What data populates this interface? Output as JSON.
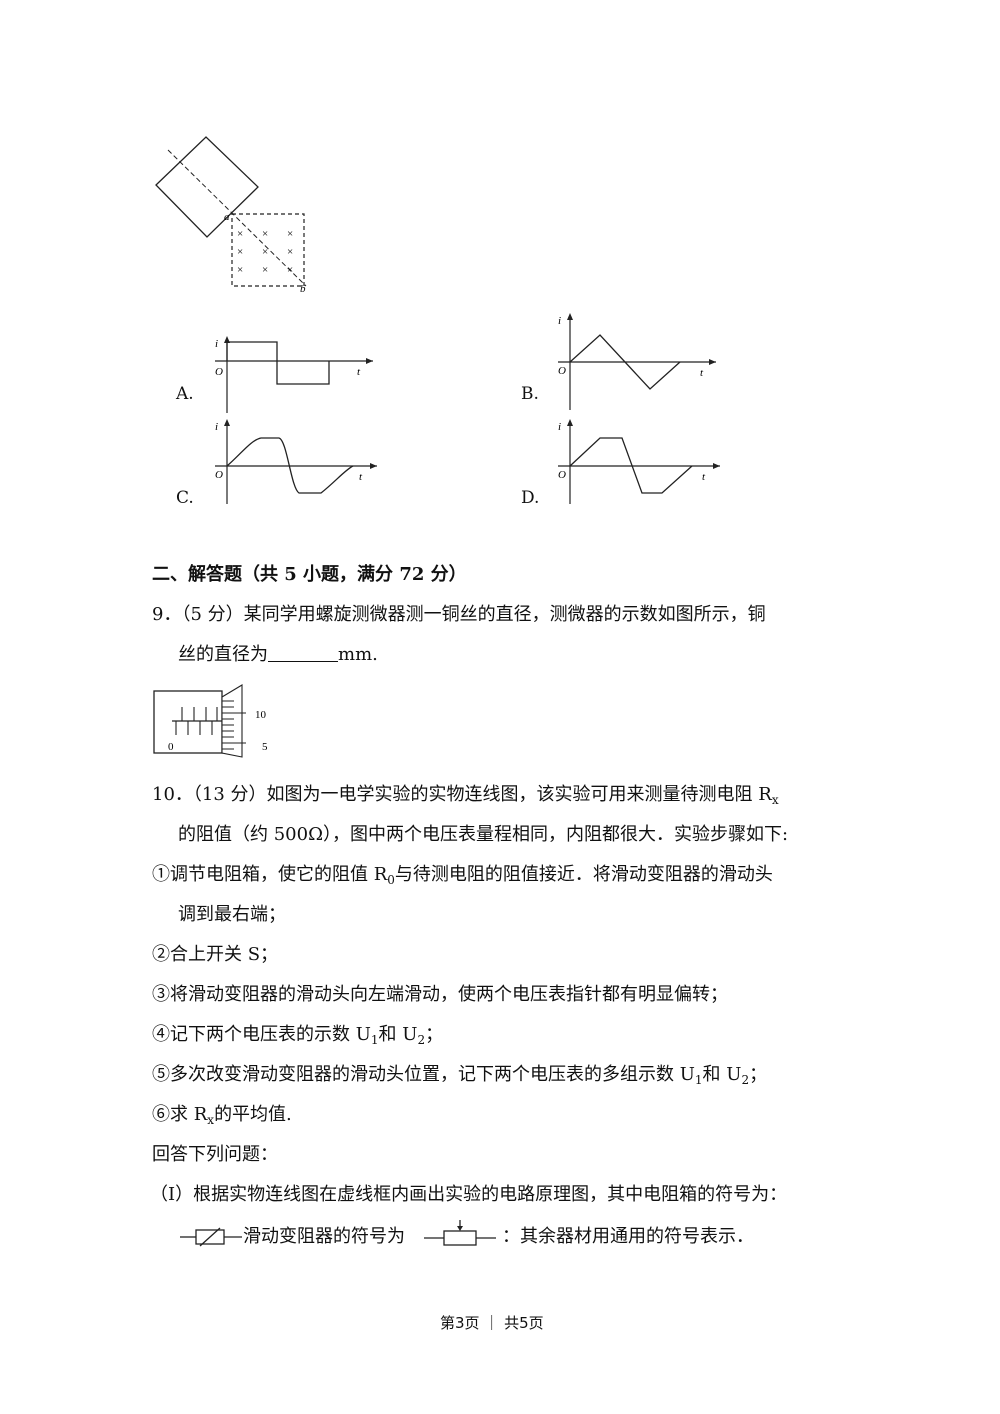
{
  "figure_coil": {
    "label_a": "a",
    "label_b": "b",
    "field_mark": "×"
  },
  "choices": [
    {
      "label": "A.",
      "i_axis": "i",
      "t_axis": "t",
      "origin": "O"
    },
    {
      "label": "B.",
      "i_axis": "i",
      "t_axis": "t",
      "origin": "O"
    },
    {
      "label": "C.",
      "i_axis": "i",
      "t_axis": "t",
      "origin": "O"
    },
    {
      "label": "D.",
      "i_axis": "i",
      "t_axis": "t",
      "origin": "O"
    }
  ],
  "section2": {
    "heading": "二、解答题（共 5 小题，满分 72 分）"
  },
  "q9": {
    "line1": "9．（5 分）某同学用螺旋测微器测一铜丝的直径，测微器的示数如图所示，铜",
    "line2_before": "丝的直径为",
    "line2_after": "mm.",
    "micrometer": {
      "scale_zero": "0",
      "tick_10": "10",
      "tick_5": "5"
    }
  },
  "q10": {
    "line1_before": "10．（13 分）如图为一电学实验的实物连线图，该实验可用来测量待测电阻 R",
    "line1_sub": "x",
    "line2": "的阻值（约 500Ω），图中两个电压表量程相同，内阻都很大．实验步骤如下:",
    "step1_before": "①调节电阻箱，使它的阻值 R",
    "step1_sub": "0",
    "step1_after": "与待测电阻的阻值接近．将滑动变阻器的滑动头",
    "step1_cont": "调到最右端；",
    "step2": "②合上开关 S；",
    "step3": "③将滑动变阻器的滑动头向左端滑动，使两个电压表指针都有明显偏转；",
    "step4_a": "④记下两个电压表的示数 U",
    "step4_s1": "1",
    "step4_b": "和 U",
    "step4_s2": "2",
    "step4_c": "；",
    "step5_a": "⑤多次改变滑动变阻器的滑动头位置，记下两个电压表的多组示数 U",
    "step5_s1": "1",
    "step5_b": "和 U",
    "step5_s2": "2",
    "step5_c": "；",
    "step6_a": "⑥求 R",
    "step6_sub": "x",
    "step6_b": "的平均值.",
    "answer_prompt": "回答下列问题：",
    "part1": "（I）根据实物连线图在虚线框内画出实验的电路原理图，其中电阻箱的符号为：",
    "sym_text1": "滑动变阻器的符号为",
    "sym_text2": "：其余器材用通用的符号表示．"
  },
  "footer": {
    "text": "第3页 ｜ 共5页"
  }
}
